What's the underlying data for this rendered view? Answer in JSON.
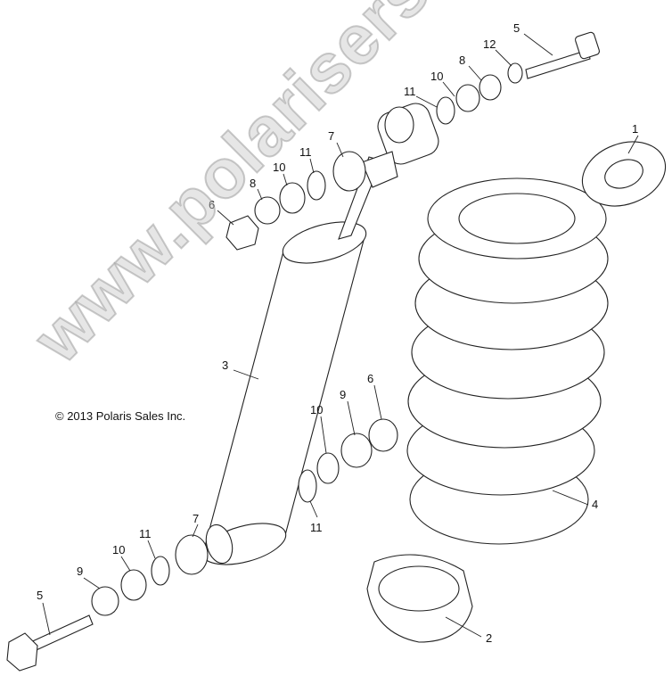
{
  "copyright": "© 2013 Polaris Sales Inc.",
  "watermark": "www.polarisersatzteile.de",
  "callouts": [
    "5",
    "12",
    "8",
    "10",
    "11",
    "1",
    "7",
    "11",
    "10",
    "8",
    "6",
    "3",
    "6",
    "9",
    "10",
    "4",
    "11",
    "7",
    "11",
    "10",
    "9",
    "5",
    "2"
  ]
}
